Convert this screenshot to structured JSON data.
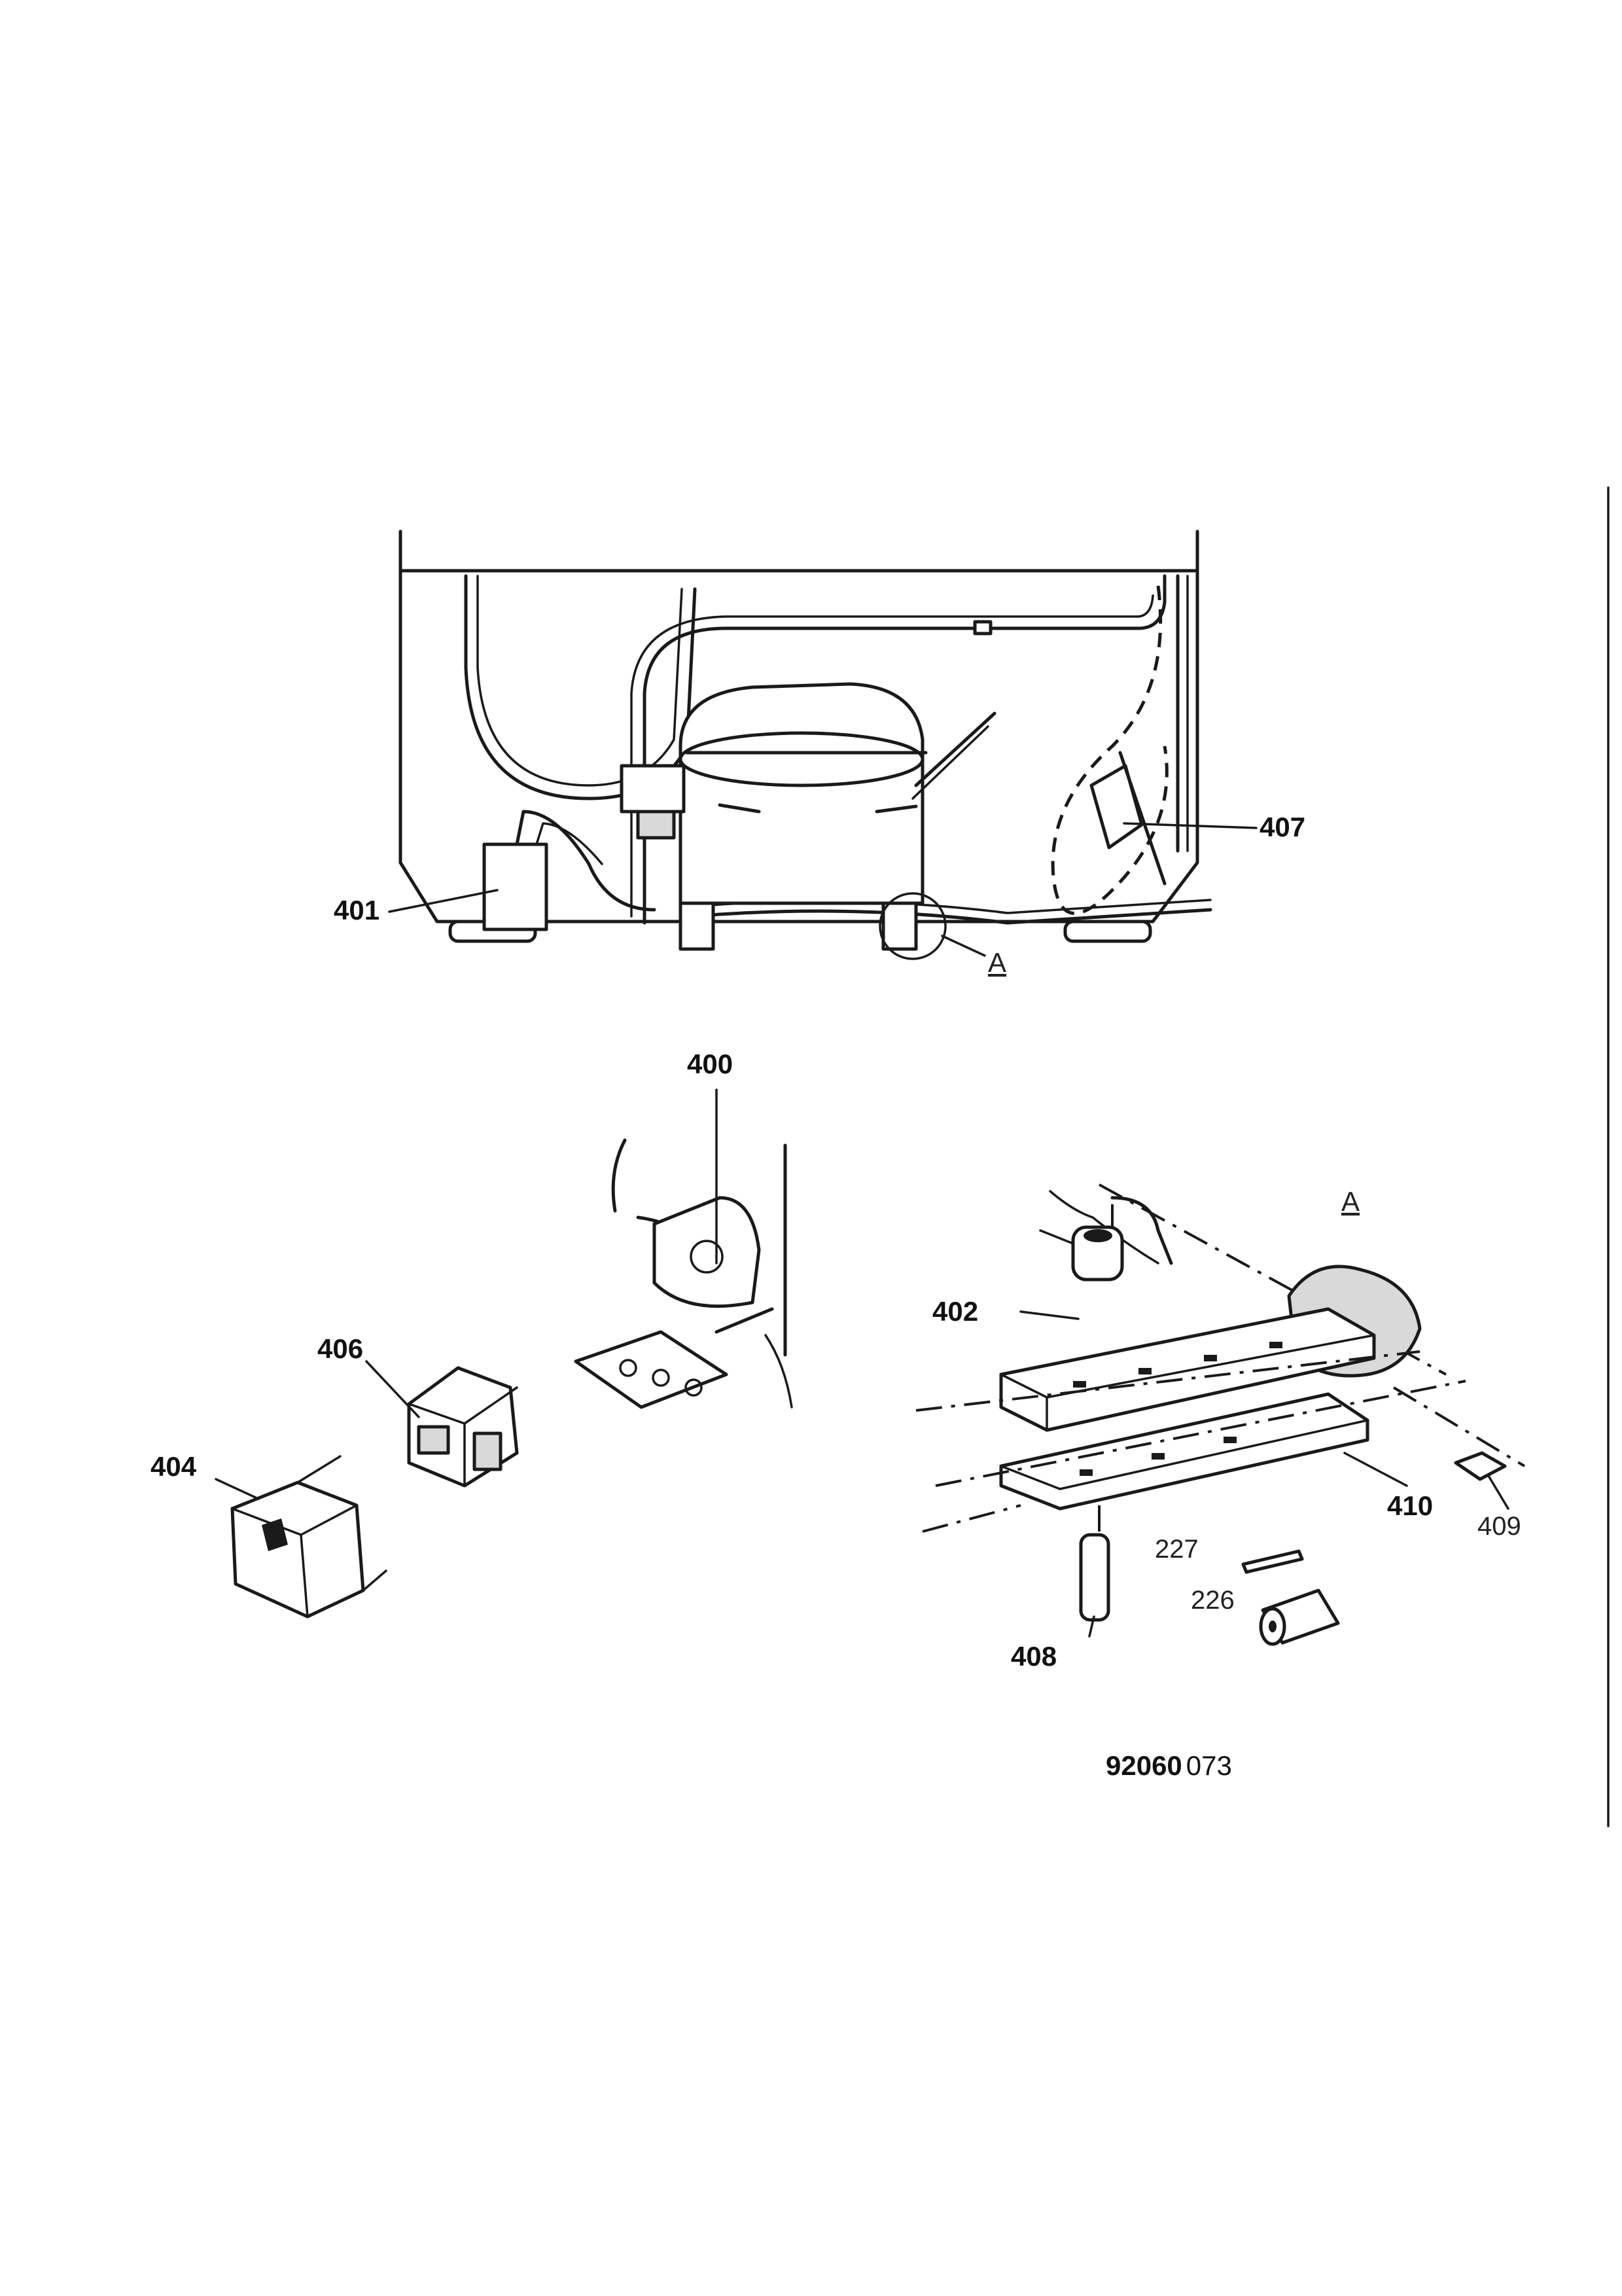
{
  "callouts": {
    "p400": "400",
    "p401": "401",
    "p402": "402",
    "p404": "404",
    "p406": "406",
    "p407": "407",
    "p408": "408",
    "p409": "409",
    "p410": "410",
    "p226": "226",
    "p227": "227"
  },
  "detail_marker": "A",
  "detail_title": "A",
  "drawing_code_bold": "92060",
  "drawing_code_light": "073"
}
